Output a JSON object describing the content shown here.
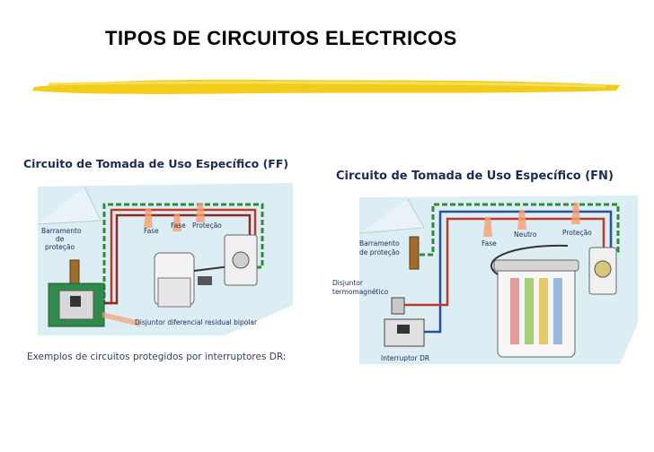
{
  "slide": {
    "title": "TIPOS DE CIRCUITOS ELECTRICOS"
  },
  "colors": {
    "brush": "#f2cc1a",
    "panel_bg": "#dcedf3",
    "title_text": "#1b2c57",
    "wire_phase": "#c0392b",
    "wire_neutral": "#2b4fa0",
    "wire_ground": "#2e8b3d"
  },
  "ff": {
    "title": "Circuito de Tomada de Uso Específico (FF)",
    "labels": {
      "busbar": [
        "Barramento",
        "de",
        "proteção"
      ],
      "phase1": "Fase",
      "phase2": "Fase",
      "protection": "Proteção",
      "breaker": "Disjuntor diferencial residual bipolar"
    },
    "caption": "Exemplos de circuitos protegidos por interruptores DR:"
  },
  "fn": {
    "title": "Circuito de Tomada de Uso Específico (FN)",
    "labels": {
      "busbar": [
        "Barramento",
        "de proteção"
      ],
      "breaker": [
        "Disjuntor",
        "termomagnético"
      ],
      "phase": "Fase",
      "neutral": "Neutro",
      "protection": "Proteção",
      "switch": "Interruptor DR"
    }
  }
}
